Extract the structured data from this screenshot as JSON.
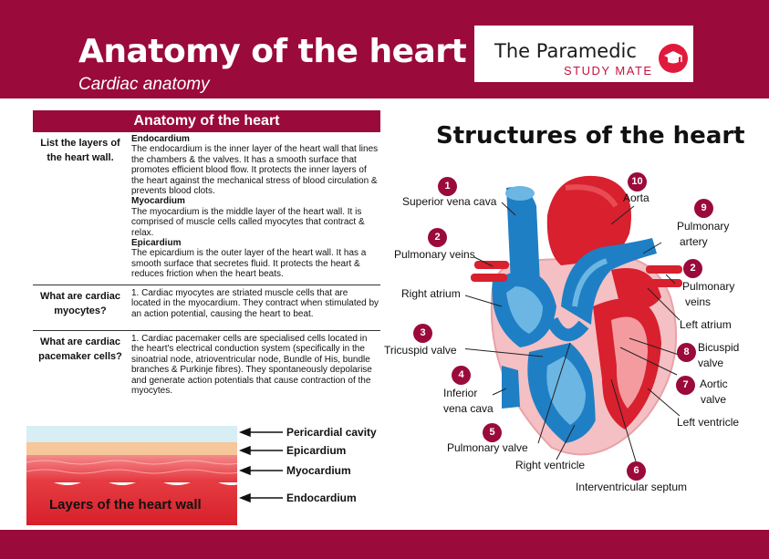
{
  "header": {
    "title": "Anatomy of the heart",
    "subtitle": "Cardiac anatomy"
  },
  "brand": {
    "top": "The Paramedic",
    "bottom": "STUDY MATE",
    "icon": "graduation-cap-icon"
  },
  "table": {
    "heading": "Anatomy of the heart",
    "rows": [
      {
        "question": "List the layers of the heart wall.",
        "sections": [
          {
            "title": "Endocardium",
            "text": "The endocardium is the inner layer of the heart wall that lines the chambers & the valves. It has a smooth surface that promotes efficient blood flow. It protects the inner layers of the heart against the mechanical stress of blood circulation & prevents blood clots."
          },
          {
            "title": "Myocardium",
            "text": "The myocardium is the middle layer of the heart wall. It is comprised of muscle cells called myocytes that contract & relax."
          },
          {
            "title": "Epicardium",
            "text": "The epicardium is the outer layer of the heart wall. It has a smooth surface that secretes fluid. It protects the heart & reduces friction when the heart beats."
          }
        ]
      },
      {
        "question": "What are cardiac myocytes?",
        "answer": "1. Cardiac myocytes are striated muscle cells that are located in the myocardium. They contract when stimulated by an action potential, causing the heart to beat."
      },
      {
        "question": "What are cardiac pacemaker cells?",
        "answer": "1. Cardiac pacemaker cells are specialised cells located in the heart's electrical conduction system (specifically in the sinoatrial node, atrioventricular node, Bundle of His, bundle branches & Purkinje fibres). They spontaneously depolarise and generate action potentials that cause contraction of the myocytes."
      }
    ]
  },
  "layers": {
    "title": "Layers of the heart wall",
    "labels": [
      "Pericardial cavity",
      "Epicardium",
      "Myocardium",
      "Endocardium"
    ]
  },
  "structures": {
    "title": "Structures of the heart",
    "labels": {
      "superior_vena_cava": "Superior vena cava",
      "pulmonary_veins_left": "Pulmonary veins",
      "right_atrium": "Right atrium",
      "tricuspid_valve": "Tricuspid valve",
      "inferior_vena_cava_1": "Inferior",
      "inferior_vena_cava_2": "vena cava",
      "pulmonary_valve": "Pulmonary valve",
      "right_ventricle": "Right ventricle",
      "interventricular_septum": "Interventricular septum",
      "aorta": "Aorta",
      "pulmonary_artery_1": "Pulmonary",
      "pulmonary_artery_2": "artery",
      "pulmonary_veins_right_1": "Pulmonary",
      "pulmonary_veins_right_2": "veins",
      "left_atrium": "Left atrium",
      "bicuspid_valve_1": "Bicuspid",
      "bicuspid_valve_2": "valve",
      "aortic_valve_1": "Aortic",
      "aortic_valve_2": "valve",
      "left_ventricle": "Left ventricle"
    },
    "badges": {
      "superior_vena_cava": "1",
      "pulmonary_veins_left": "2",
      "tricuspid_valve": "3",
      "inferior_vena_cava": "4",
      "pulmonary_valve": "5",
      "interventricular_septum": "6",
      "aortic_valve": "7",
      "bicuspid_valve": "8",
      "pulmonary_artery": "9",
      "aorta": "10",
      "pulmonary_veins_right": "2"
    }
  },
  "colors": {
    "brand": "#9a0a3b",
    "oxygenated": "#d8202e",
    "deoxygenated": "#1f7fc4"
  }
}
